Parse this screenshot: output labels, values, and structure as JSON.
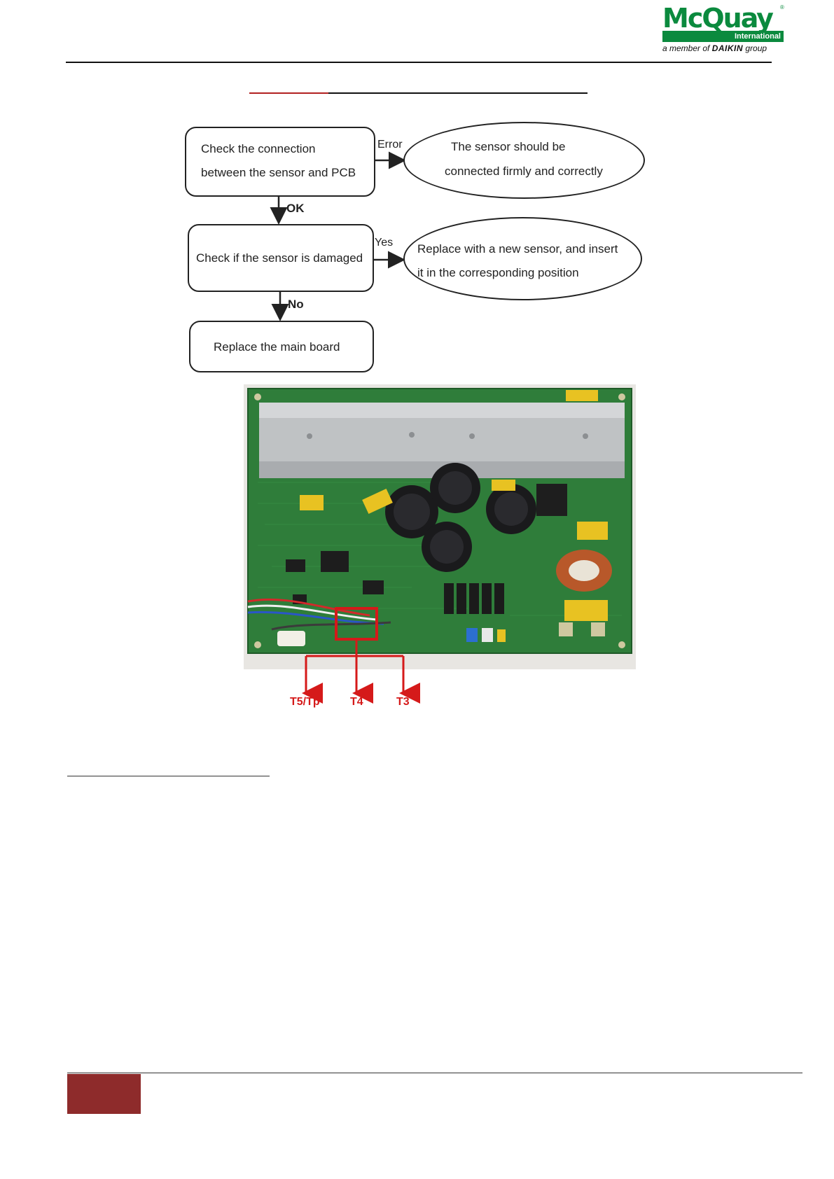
{
  "header": {
    "logo_main": "McQuay",
    "logo_reg": "®",
    "logo_international": "International",
    "logo_member_prefix": "a member of",
    "logo_member_brand": "DAIKIN",
    "logo_member_suffix": "group"
  },
  "flowchart": {
    "box1": {
      "line1": "Check the connection",
      "line2": "between the sensor and PCB"
    },
    "edge1_label": "Error",
    "ellipse1": {
      "line1": "The sensor should be",
      "line2": "connected firmly and correctly"
    },
    "edge_ok_label": "OK",
    "box2": {
      "text": "Check if the sensor is damaged"
    },
    "edge_yes_label": "Yes",
    "ellipse2": {
      "line1": "Replace with a new sensor, and insert",
      "line2": "it in the corresponding position"
    },
    "edge_no_label": "No",
    "box3": {
      "text": "Replace the main board"
    }
  },
  "pcb_labels": {
    "t5": "T5/Tp",
    "t4": "T4",
    "t3": "T3"
  },
  "colors": {
    "brand_green": "#0b8a3e",
    "accent_red": "#d51a1a",
    "footer_block": "#8e2b2b"
  }
}
